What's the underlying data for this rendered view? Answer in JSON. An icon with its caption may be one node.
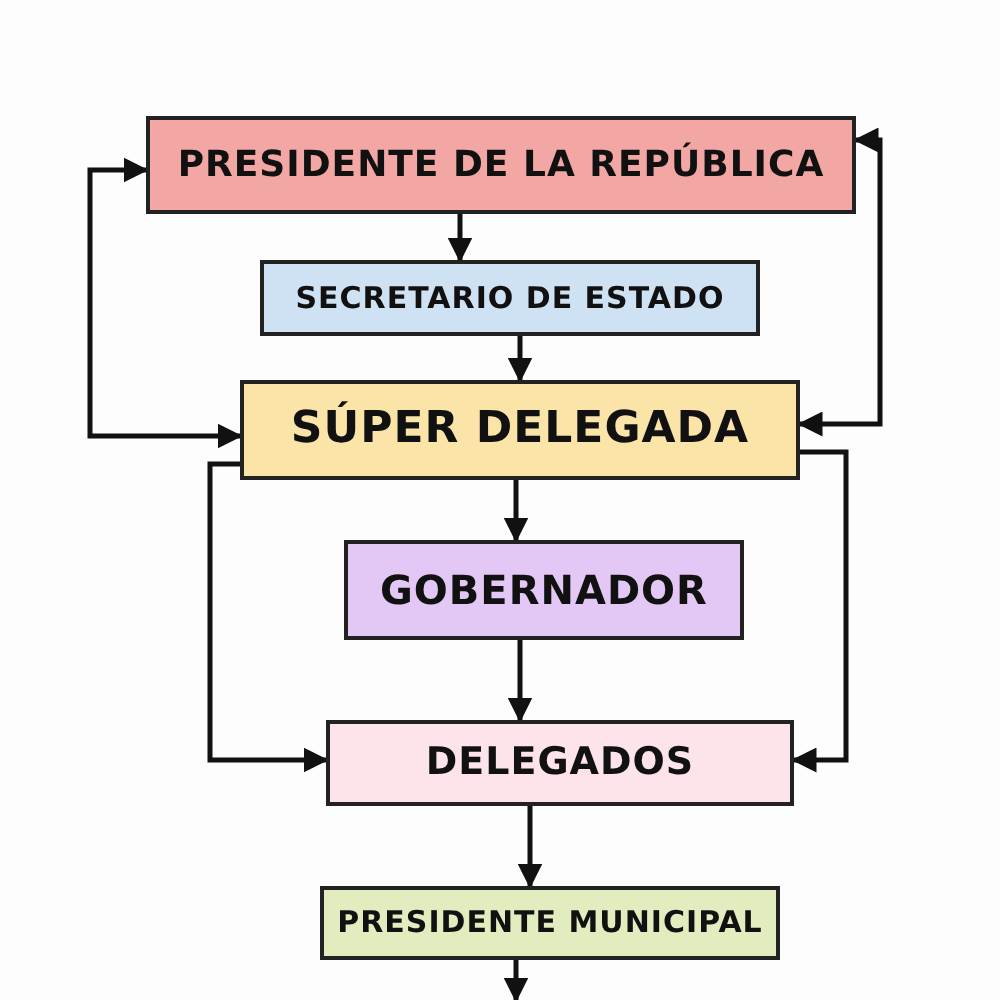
{
  "diagram": {
    "nodes": [
      {
        "text": [
          "PRESIDENTE DE LA REPÚBLICA"
        ]
      },
      {
        "text": [
          "SECRETARIO DE ESTADO"
        ]
      },
      {
        "text": [
          "SÚPER DELEGADA"
        ]
      },
      {
        "text": [
          "GOBERNADOR"
        ]
      },
      {
        "text": [
          "DELEGADOS"
        ]
      },
      {
        "text": [
          "PRESIDENTE MUNICIPAL"
        ]
      }
    ],
    "edges": [
      {
        "from": 0,
        "to": 1,
        "arrow": "to"
      },
      {
        "from": 1,
        "to": 2,
        "arrow": "to"
      },
      {
        "from": 2,
        "to": 0,
        "arrow": "both"
      },
      {
        "from": 2,
        "to": 0,
        "arrow": "both"
      },
      {
        "from": 2,
        "to": 3,
        "arrow": "to"
      },
      {
        "from": 3,
        "to": 4,
        "arrow": "to"
      },
      {
        "from": 2,
        "to": 4,
        "arrow": "to"
      },
      {
        "from": 2,
        "to": 4,
        "arrow": "to"
      },
      {
        "from": 4,
        "to": 5,
        "arrow": "to"
      },
      {
        "from": 5,
        "to": null,
        "arrow": "to"
      }
    ]
  }
}
